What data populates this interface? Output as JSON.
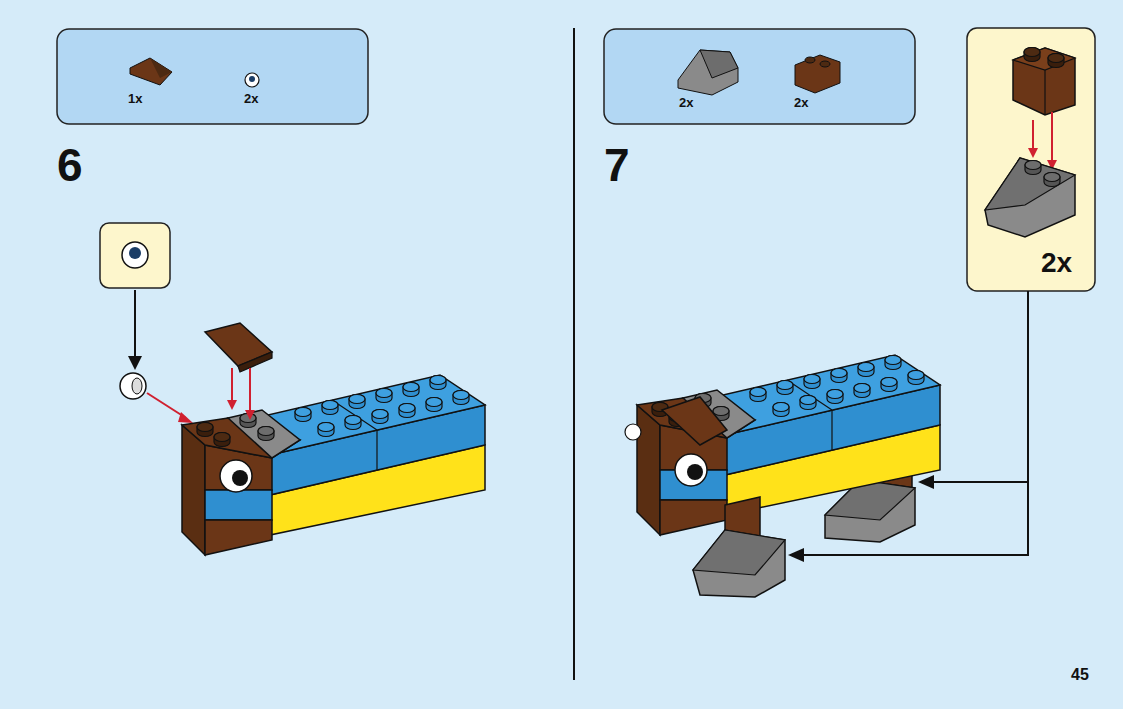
{
  "diagram": {
    "nodes": [
      {
        "text": [
          "1x",
          "2x"
        ]
      },
      {
        "text": [
          "2x",
          "2x"
        ]
      },
      {
        "text": [
          "2x"
        ]
      }
    ],
    "labels": [
      "6",
      "7",
      "45"
    ]
  }
}
